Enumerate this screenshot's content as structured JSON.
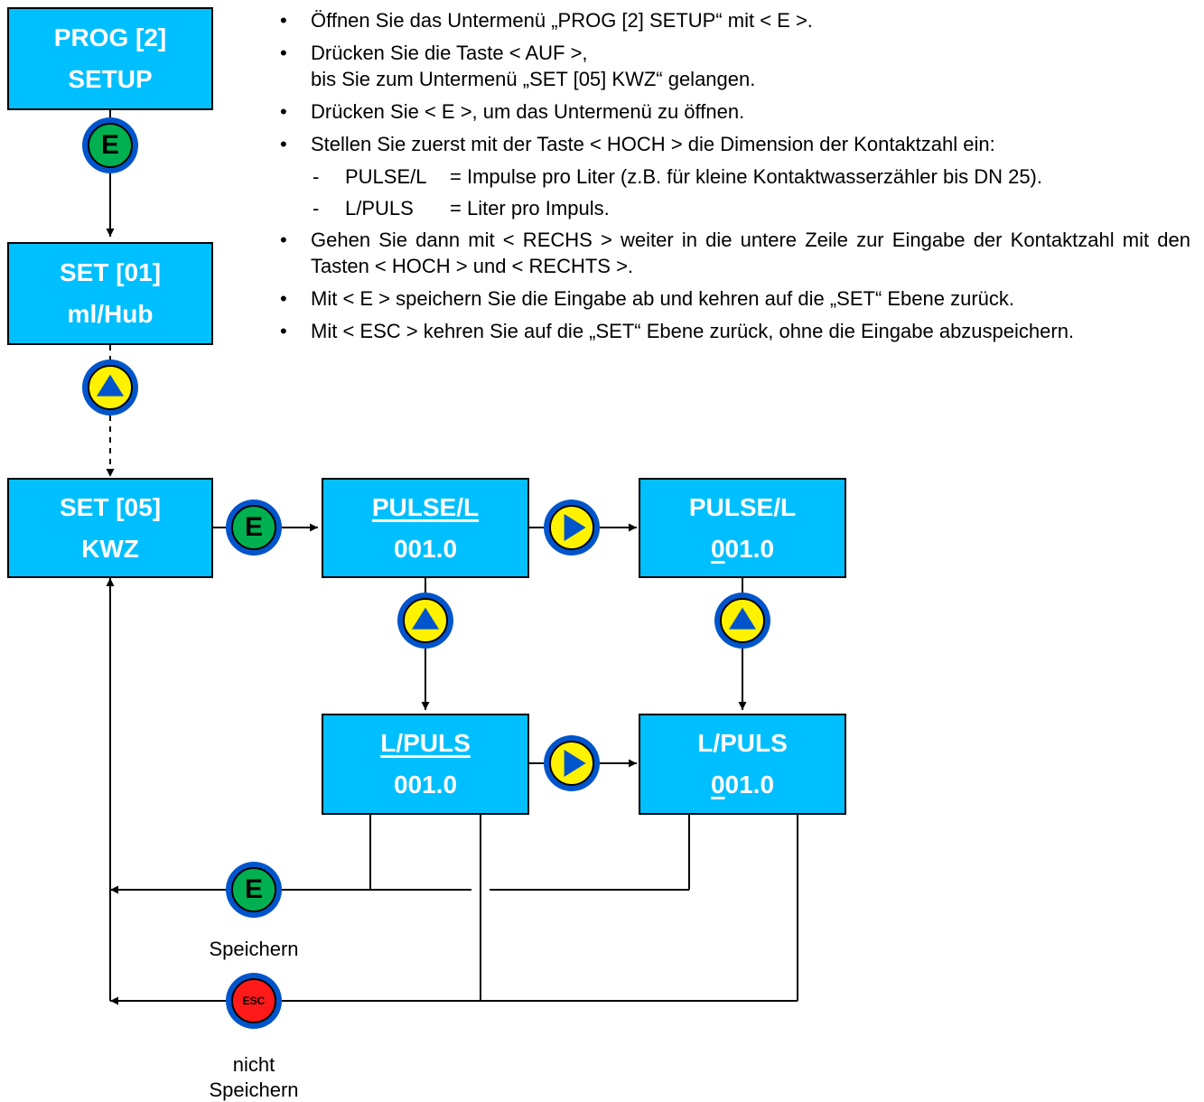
{
  "instructions": {
    "items": [
      {
        "text": "Öffnen Sie das Untermenü „PROG [2] SETUP“ mit < E >."
      },
      {
        "text": "Drücken Sie die Taste < AUF >, bis Sie zum Untermenü „SET [05] KWZ“ gelangen.",
        "line1": "Drücken Sie die Taste < AUF >,",
        "line2": "bis Sie zum Untermenü „SET [05] KWZ“ gelangen."
      },
      {
        "text": "Drücken Sie < E >, um das Untermenü zu öffnen."
      },
      {
        "text": "Stellen Sie zuerst mit der Taste < HOCH > die Dimension der Kontaktzahl ein:"
      },
      {
        "key": "PULSE/L",
        "value": "= Impulse pro Liter (z.B. für kleine Kontaktwasserzähler bis DN 25)."
      },
      {
        "key": "L/PULS",
        "value": "= Liter pro Impuls."
      },
      {
        "text": "Gehen Sie dann mit < RECHS > weiter in die untere Zeile zur Eingabe der Kontaktzahl mit den Tasten < HOCH > und < RECHTS >."
      },
      {
        "text": "Mit < E > speichern Sie die Eingabe ab und kehren auf die „SET“ Ebene zurück."
      },
      {
        "text": "Mit < ESC > kehren Sie auf die „SET“ Ebene zurück, ohne die Eingabe abzuspeichern."
      }
    ],
    "dash": "-"
  },
  "boxes": {
    "prog": {
      "line1": "PROG [2]",
      "line2": "SETUP"
    },
    "set01": {
      "line1": "SET [01]",
      "line2": "ml/Hub"
    },
    "set05": {
      "line1": "SET [05]",
      "line2": "KWZ"
    },
    "pulse_a": {
      "line1": "PULSE/L",
      "line2": "001.0"
    },
    "pulse_b": {
      "line1": "PULSE/L",
      "line2_first": "0",
      "line2_rest": "01.0"
    },
    "lpuls_a": {
      "line1": "L/PULS",
      "line2": "001.0"
    },
    "lpuls_b": {
      "line1": "L/PULS",
      "line2_first": "0",
      "line2_rest": "01.0"
    }
  },
  "buttons": {
    "e_label": "E",
    "esc_label": "ESC"
  },
  "labels": {
    "save": "Speichern",
    "no_save_1": "nicht",
    "no_save_2": "Speichern"
  },
  "colors": {
    "box": "#00BFFF",
    "button_ring": "#0055CC",
    "button_e": "#00B050",
    "button_arrow": "#FFF200",
    "button_esc": "#FF1A1A"
  }
}
